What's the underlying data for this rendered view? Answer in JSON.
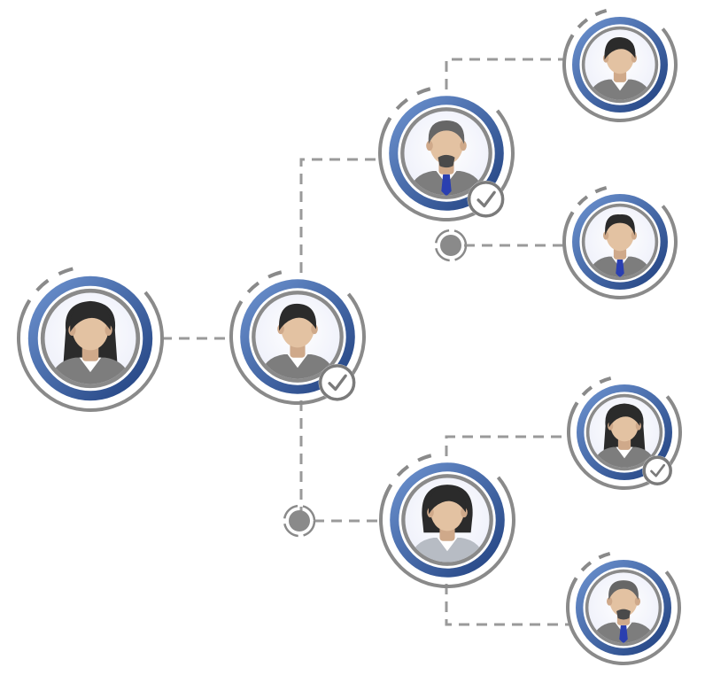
{
  "palette": {
    "ring_light": "#6f95d2",
    "ring_dark": "#1f3f7e",
    "ring_gap": "#ffffff",
    "gray_ring": "#8a8a8a",
    "face_bg": "#eef0fa",
    "skin": "#e3c2a2",
    "skin_shade": "#cfa98a",
    "hair_dark": "#2b2b2b",
    "hair_gray": "#666666",
    "shirt": "#b7bcc4",
    "suit": "#7d7d7d",
    "tie": "#2a3fb0",
    "connector": "#9a9a9a",
    "check": "#7b7b7b"
  },
  "nodes": [
    {
      "id": "root",
      "avatar": "woman-long-hair",
      "checked": false
    },
    {
      "id": "level1",
      "avatar": "woman-short-hair",
      "checked": true
    },
    {
      "id": "level2-top",
      "avatar": "man-goatee",
      "checked": true
    },
    {
      "id": "level2-bottom",
      "avatar": "woman-bob",
      "checked": false
    },
    {
      "id": "leaf-1",
      "avatar": "woman-short-hair",
      "checked": false
    },
    {
      "id": "leaf-2",
      "avatar": "man-tie",
      "checked": false
    },
    {
      "id": "leaf-3",
      "avatar": "woman-long-hair",
      "checked": true
    },
    {
      "id": "leaf-4",
      "avatar": "man-goatee",
      "checked": false
    }
  ],
  "junctions": [
    {
      "id": "junction-top",
      "between": [
        "level2-top",
        "leaf-2"
      ]
    },
    {
      "id": "junction-bottom",
      "between": [
        "level1",
        "level2-bottom"
      ]
    }
  ]
}
